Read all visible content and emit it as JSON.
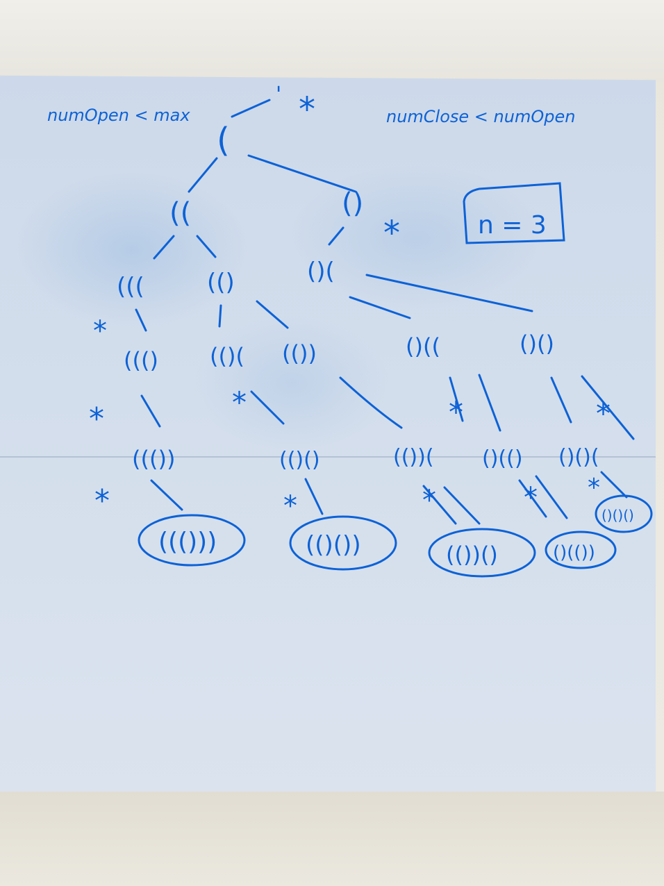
{
  "whiteboard": {
    "root_label": "'",
    "cross_mark": "*",
    "rule_left": "numOpen < max",
    "rule_right": "numClose < numOpen",
    "n_box": "n = 3"
  },
  "tree": {
    "level1": {
      "left": "("
    },
    "level2": {
      "left": "((",
      "right": "()"
    },
    "level3": {
      "a": "(((",
      "b": "(()",
      "c": "()("
    },
    "level4": {
      "a": "((()",
      "b": "(()(",
      "c": "(())",
      "d": "()((",
      "e": "()()"
    },
    "level5": {
      "a": "((())",
      "b": "(()()",
      "c": "(())(",
      "d": "()(()",
      "e": "()()("
    }
  },
  "results": [
    "((()))",
    "(()())",
    "(())()",
    "()(())",
    "()()()"
  ]
}
